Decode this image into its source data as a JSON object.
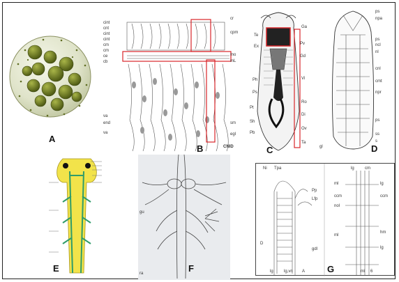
{
  "panels": {
    "a": {
      "label": "A"
    },
    "b": {
      "label": "B",
      "annotations": [
        "cint",
        "cnt",
        "cint",
        "cint",
        "cm",
        "cm",
        "ce",
        "cb",
        "va",
        "end",
        "va",
        "cr",
        "cpm",
        "mo",
        "mL",
        "sm",
        "egl",
        "CNID"
      ]
    },
    "c": {
      "label": "C",
      "annotations": [
        "Te",
        "Ex",
        "Ph",
        "Ps",
        "Pv",
        "Gd",
        "Vi",
        "Ro",
        "Di",
        "Pt",
        "Sh",
        "Pb",
        "Ov",
        "Ta",
        "Ga"
      ]
    },
    "d": {
      "label": "D",
      "annotations": [
        "ps",
        "npa",
        "ps",
        "ncl",
        "nl",
        "cnl",
        "cmt",
        "npr",
        "ps",
        "ss",
        "s",
        "gl"
      ]
    },
    "e": {
      "label": "E"
    },
    "f": {
      "label": "F",
      "annotations": [
        "gu",
        "ra"
      ]
    },
    "g": {
      "label": "G",
      "annotations": [
        "Ni",
        "Tpa",
        "Pp",
        "Lfp",
        "D",
        "gdl",
        "lg",
        "lg,vn",
        "A",
        "lg",
        "cm",
        "ml",
        "ccm",
        "nol",
        "lg",
        "ccm",
        "hm",
        "ml",
        "lg",
        "ml",
        "6"
      ]
    }
  },
  "colors": {
    "volvox": "#6f7d26",
    "nervous_yellow": "#f2e34a",
    "nerve_green": "#2f9c6a",
    "highlight_red": "#d8262a"
  }
}
